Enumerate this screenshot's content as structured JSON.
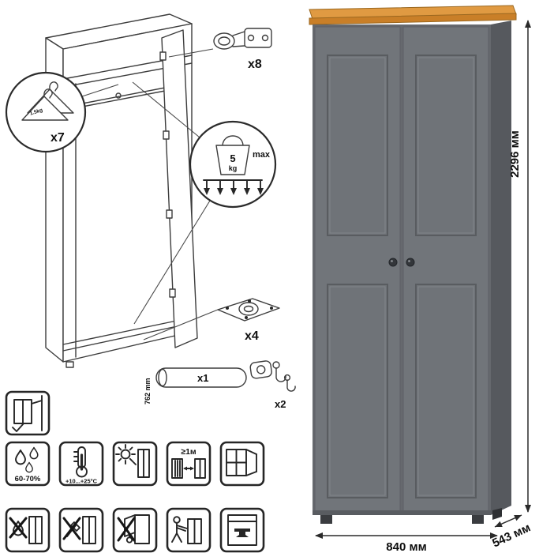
{
  "callouts": {
    "hangers": {
      "count": "x7",
      "capacity": "1.5kg"
    },
    "hinges": {
      "count": "x8"
    },
    "shelf_load": {
      "value": "5",
      "unit": "kg",
      "qualifier": "max"
    },
    "feet": {
      "count": "x4"
    },
    "rail": {
      "count": "x1",
      "length": "762 mm"
    },
    "hooks": {
      "count": "x2"
    }
  },
  "care_labels": {
    "humidity": "60-70%",
    "temperature": "+10...+25°C",
    "distance": "≥1м"
  },
  "dimensions": {
    "height": "2296 мм",
    "width": "840 мм",
    "depth": "543 мм"
  },
  "icons": {
    "callout_icons": [
      "hanger-icon",
      "hinge-icon",
      "weight-icon",
      "foot-icon",
      "rail-icon",
      "hook-icon"
    ],
    "care_row1": [
      "humidity-icon",
      "temperature-icon",
      "sunlight-icon",
      "distance-icon",
      "ventilation-icon"
    ],
    "care_row2": [
      "no-moisture-icon",
      "no-scratch-icon",
      "no-hanging-on-door-icon",
      "do-not-drag-icon",
      "no-heavy-load-icon"
    ],
    "other": [
      "anti-tip-icon"
    ]
  },
  "colors": {
    "wood_top": "#e09a42",
    "wood_edge": "#c97f28",
    "door_front": "#71757a",
    "cabinet_side": "#56595e",
    "knob": "#33363a",
    "line_art": "#3c3c3c"
  }
}
